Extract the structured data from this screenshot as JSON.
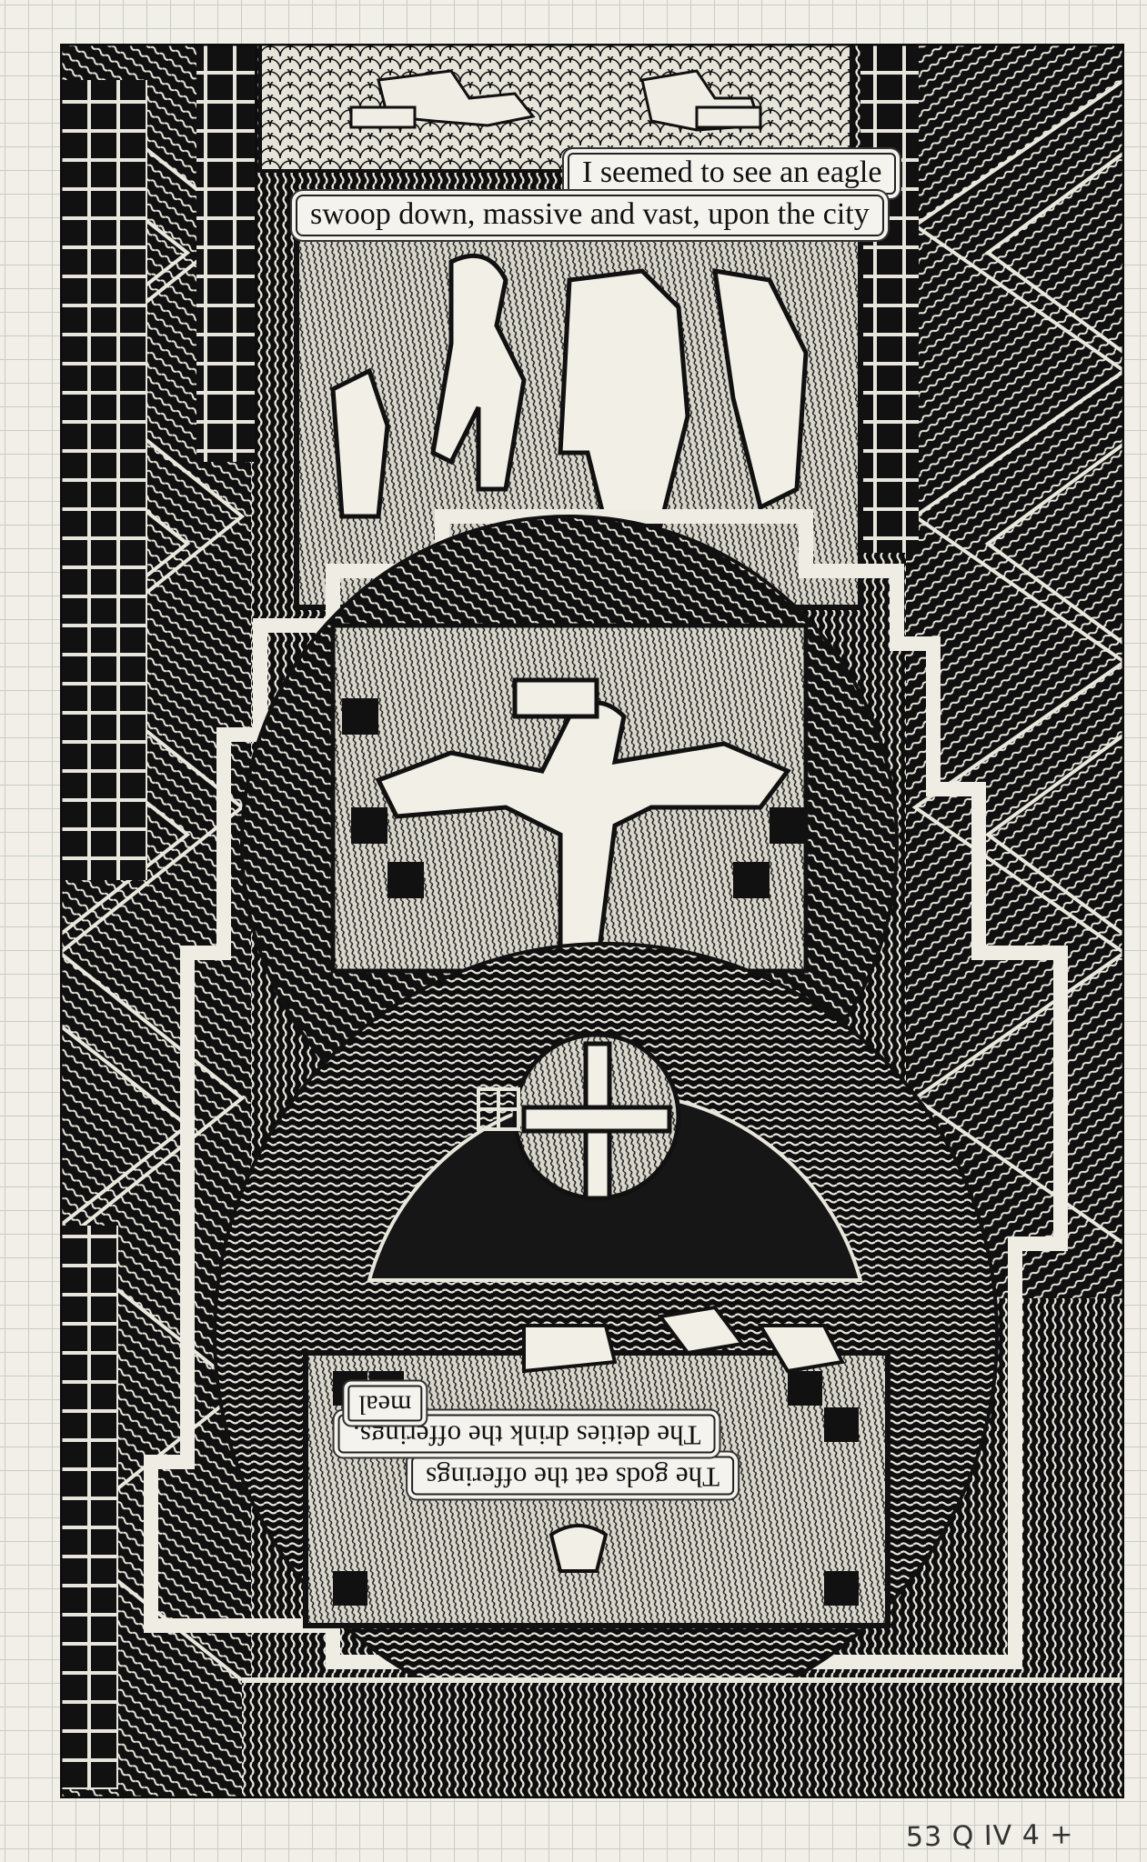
{
  "page": {
    "colors": {
      "paper": "#f1efe8",
      "grid": "#c9ccc6",
      "ink": "#111111",
      "hatch": "#e9e6dc"
    }
  },
  "captions": {
    "top_line_1": "I seemed to see an eagle",
    "top_line_2": "swoop down, massive and vast, upon the city",
    "bottom_line_1": "The gods eat the offerings",
    "bottom_line_2": "The deities drink the offerings.",
    "bottom_line_3": "meal"
  },
  "catalog_mark": "53 Q IV 4 +"
}
